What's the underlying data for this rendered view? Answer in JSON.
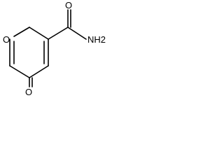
{
  "molecule": {
    "atoms": {
      "ring_oxygen": "O",
      "ketone_oxygen": "O",
      "amide_oxygen": "O",
      "amide_nitrogen": "NH2"
    }
  }
}
